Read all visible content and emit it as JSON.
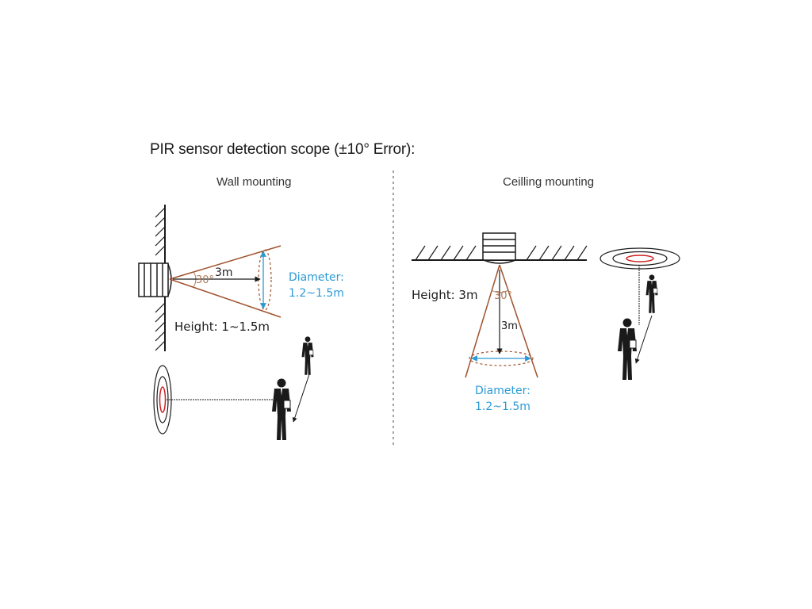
{
  "title": "PIR sensor detection scope (±10° Error):",
  "wall": {
    "heading": "Wall mounting",
    "distance": "3m",
    "angle": "30°",
    "diameter_label": "Diameter:",
    "diameter_value": "1.2~1.5m",
    "height": "Height: 1~1.5m"
  },
  "ceiling": {
    "heading": "Ceilling mounting",
    "height": "Height: 3m",
    "angle": "30°",
    "distance": "3m",
    "diameter_label": "Diameter:",
    "diameter_value": "1.2~1.5m"
  },
  "colors": {
    "cone": "#a0522d",
    "accent": "#2a9ad6",
    "target": "#cc2222",
    "ink": "#1a1a1a"
  }
}
